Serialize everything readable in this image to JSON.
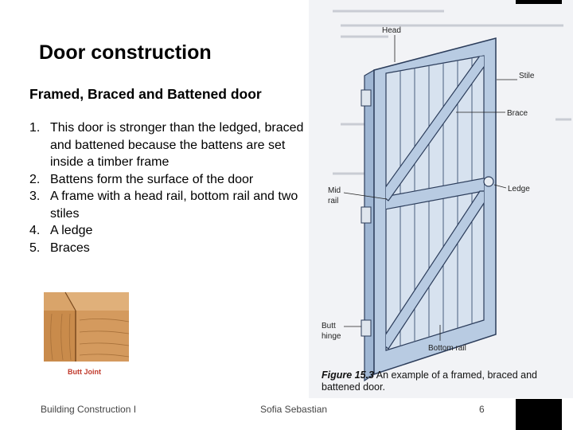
{
  "slide": {
    "title": "Door construction",
    "subtitle": "Framed, Braced and Battened door",
    "items": [
      {
        "num": "1.",
        "text": "This door is stronger than the ledged, braced and battened because the battens are set inside a timber frame"
      },
      {
        "num": "2.",
        "text": "Battens form the surface of the door"
      },
      {
        "num": "3.",
        "text": "A frame with a head rail, bottom rail and two stiles"
      },
      {
        "num": "4.",
        "text": "A ledge"
      },
      {
        "num": "5.",
        "text": "Braces"
      }
    ]
  },
  "joint_figure": {
    "caption": "Butt Joint"
  },
  "door_figure": {
    "labels": {
      "head": "Head",
      "stile": "Stile",
      "brace": "Brace",
      "mid_rail_1": "Mid",
      "mid_rail_2": "rail",
      "ledge": "Ledge",
      "butt_hinge_1": "Butt",
      "butt_hinge_2": "hinge",
      "bottom_rail": "Bottom rail"
    },
    "caption": {
      "prefix": "Figure 15.3",
      "line1": " An example of a framed, braced and",
      "line2": "battened door."
    }
  },
  "footer": {
    "left": "Building Construction I",
    "center": "Sofia Sebastian",
    "page": "6"
  },
  "colors": {
    "door_fill": "#b8cbe2",
    "door_stroke": "#2b3c5a",
    "joint_wood": "#c98b4b",
    "caption_red": "#c0392b"
  }
}
